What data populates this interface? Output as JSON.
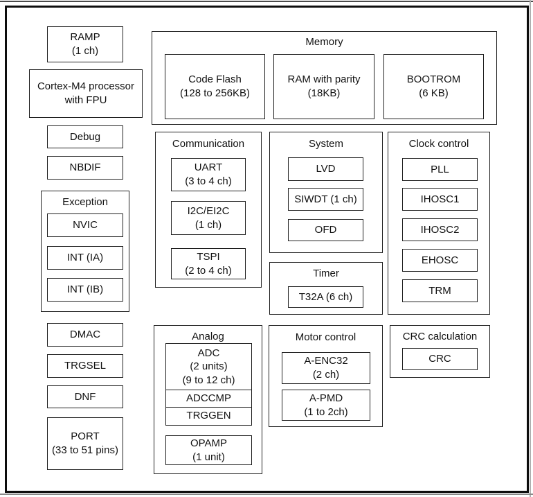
{
  "colors": {
    "border": "#1f1f1f",
    "frame": "#0d0d0d",
    "text": "#111111",
    "background": "#ffffff"
  },
  "blocks": {
    "ramp": "RAMP\n(1 ch)",
    "cortex": "Cortex-M4 processor\nwith FPU",
    "debug": "Debug",
    "nbdif": "NBDIF",
    "dmac": "DMAC",
    "trgsel": "TRGSEL",
    "dnf": "DNF",
    "port": "PORT\n(33 to 51 pins)"
  },
  "exception": {
    "title": "Exception",
    "nvic": "NVIC",
    "int_ia": "INT (IA)",
    "int_ib": "INT (IB)"
  },
  "memory": {
    "title": "Memory",
    "code_flash": "Code Flash\n(128 to 256KB)",
    "ram": "RAM with parity\n(18KB)",
    "bootrom": "BOOTROM\n(6 KB)"
  },
  "communication": {
    "title": "Communication",
    "uart": "UART\n(3 to 4 ch)",
    "i2c": "I2C/EI2C\n(1 ch)",
    "tspi": "TSPI\n(2 to 4 ch)"
  },
  "system": {
    "title": "System",
    "lvd": "LVD",
    "siwdt": "SIWDT (1 ch)",
    "ofd": "OFD"
  },
  "timer": {
    "title": "Timer",
    "t32a": "T32A (6 ch)"
  },
  "clock_control": {
    "title": "Clock control",
    "pll": "PLL",
    "ihosc1": "IHOSC1",
    "ihosc2": "IHOSC2",
    "ehosc": "EHOSC",
    "trm": "TRM"
  },
  "analog": {
    "title": "Analog",
    "adc": "ADC\n(2 units)\n(9 to 12 ch)",
    "adccmp": "ADCCMP",
    "trggen": "TRGGEN",
    "opamp": "OPAMP\n(1 unit)"
  },
  "motor_control": {
    "title": "Motor control",
    "a_enc32": "A-ENC32\n(2 ch)",
    "a_pmd": "A-PMD\n(1 to 2ch)"
  },
  "crc_calculation": {
    "title": "CRC calculation",
    "crc": "CRC"
  }
}
